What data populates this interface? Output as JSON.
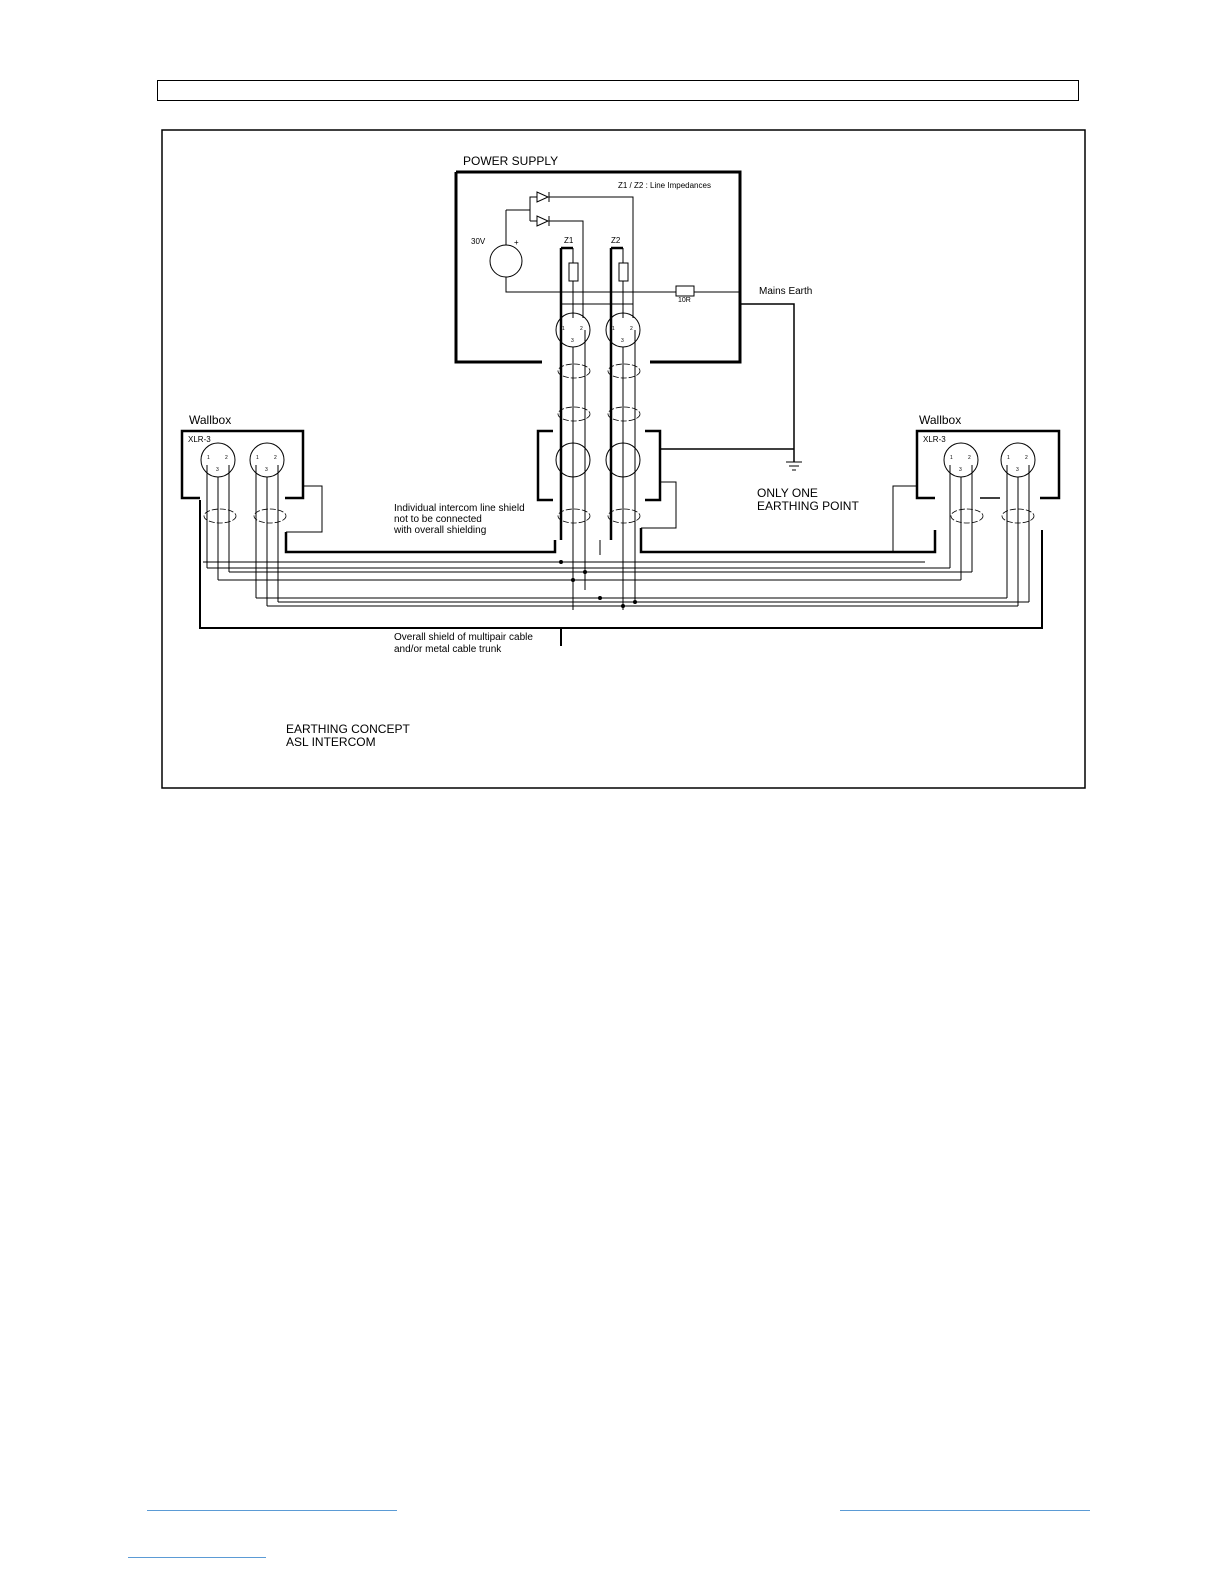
{
  "header": {
    "text": ""
  },
  "diagram": {
    "power_supply_label": "POWER SUPPLY",
    "line_impedances_note": "Z1 / Z2 : Line Impedances",
    "voltage_label": "30V",
    "plus_label": "+",
    "z1_label": "Z1",
    "z2_label": "Z2",
    "resistor_label": "10R",
    "mains_earth_label": "Mains Earth",
    "wallbox_left_label": "Wallbox",
    "wallbox_right_label": "Wallbox",
    "xlr_left_label": "XLR-3",
    "xlr_right_label": "XLR-3",
    "pin1": "1",
    "pin2": "2",
    "pin3": "3",
    "shield_note": [
      "Individual intercom line shield",
      "not to be connected",
      "with overall shielding"
    ],
    "earthing_point_label": [
      "ONLY ONE",
      "EARTHING POINT"
    ],
    "overall_shield_note": [
      "Overall shield of multipair cable",
      "and/or metal cable trunk"
    ],
    "title": [
      "EARTHING CONCEPT",
      "ASL INTERCOM"
    ]
  },
  "footer": {
    "rules": 3
  }
}
